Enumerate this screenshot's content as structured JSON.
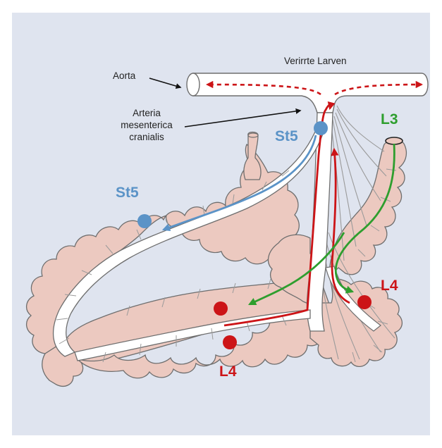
{
  "labels": {
    "verirrte_larven": "Verirrte Larven",
    "aorta": "Aorta",
    "arteria_line1": "Arteria",
    "arteria_line2": "mesenterica",
    "arteria_line3": "cranialis",
    "st5_top": "St5",
    "st5_left": "St5",
    "l3": "L3",
    "l4_right": "L4",
    "l4_bottom": "L4"
  },
  "colors": {
    "background": "#dfe4ef",
    "intestine_fill": "#ecc9c0",
    "intestine_stroke": "#6e6e6e",
    "vessel": "#ffffff",
    "red_path": "#cc1417",
    "green_path": "#2e9e2e",
    "blue_path": "#5b93c7"
  },
  "icons": [
    "arrow-head",
    "larva-dot"
  ]
}
